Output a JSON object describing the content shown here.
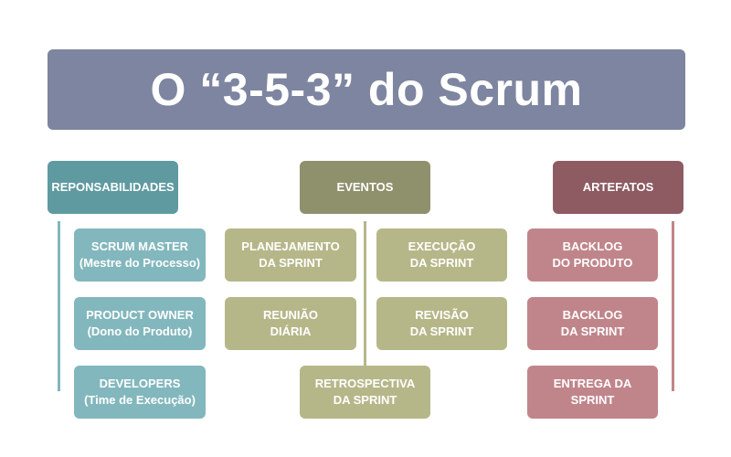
{
  "title": "O “3-5-3” do Scrum",
  "columns": {
    "responsabilidades": {
      "heading": "REPONSABILIDADES",
      "items": [
        {
          "line1": "SCRUM MASTER",
          "line2": "(Mestre do Processo)"
        },
        {
          "line1": "PRODUCT OWNER",
          "line2": "(Dono do Produto)"
        },
        {
          "line1": "DEVELOPERS",
          "line2": "(Time de Execução)"
        }
      ]
    },
    "eventos": {
      "heading": "EVENTOS",
      "items": [
        {
          "line1": "PLANEJAMENTO",
          "line2": "DA SPRINT"
        },
        {
          "line1": "EXECUÇÃO",
          "line2": "DA SPRINT"
        },
        {
          "line1": "REUNIÃO",
          "line2": "DIÁRIA"
        },
        {
          "line1": "REVISÃO",
          "line2": "DA SPRINT"
        },
        {
          "line1": "RETROSPECTIVA",
          "line2": "DA SPRINT"
        }
      ]
    },
    "artefatos": {
      "heading": "ARTEFATOS",
      "items": [
        {
          "line1": "BACKLOG",
          "line2": "DO PRODUTO"
        },
        {
          "line1": "BACKLOG",
          "line2": "DA SPRINT"
        },
        {
          "line1": "ENTREGA DA",
          "line2": "SPRINT"
        }
      ]
    }
  },
  "colors": {
    "banner": "#7e85a0",
    "responsabilidades_heading": "#5f9aa1",
    "responsabilidades_item": "#82b7bd",
    "eventos_heading": "#8f916d",
    "eventos_item": "#b6b789",
    "artefatos_heading": "#8e5b63",
    "artefatos_item": "#c0858b"
  }
}
